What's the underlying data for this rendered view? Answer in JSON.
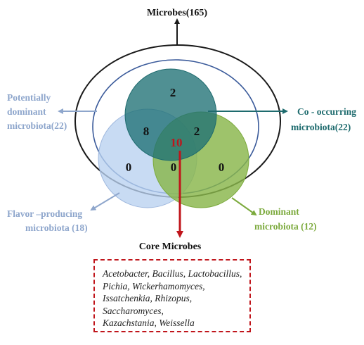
{
  "top_label": "Microbes(165)",
  "labels": {
    "potentially_dominant": [
      "Potentially",
      "dominant",
      "microbiota(22)"
    ],
    "co_occurring": [
      "Co - occurring",
      "microbiota(22)"
    ],
    "flavor_producing": [
      "Flavor –producing",
      "microbiota (18)"
    ],
    "dominant": [
      "Dominant",
      "microbiota (12)"
    ],
    "core": "Core Microbes"
  },
  "counts": {
    "top_only": "2",
    "top_left": "8",
    "top_right": "2",
    "center": "10",
    "left_only": "0",
    "bottom_middle": "0",
    "right_only": "0"
  },
  "core_microbes": [
    "Acetobacter, Bacillus, Lactobacillus,",
    "Pichia, Wickerhamomyces,",
    "Issatchenkia, Rhizopus,",
    "Saccharomyces,",
    "Kazachstania, Weissella"
  ],
  "colors": {
    "co_occurring": "#1e6b6e",
    "flavor_producing": "#8eaed6",
    "dominant": "#7caa3d",
    "core": "#c0151b",
    "potentially_dominant": "#8ea6cc",
    "outer_ring": "#1a1a1a",
    "inner_ring": "#3a5a9a"
  }
}
